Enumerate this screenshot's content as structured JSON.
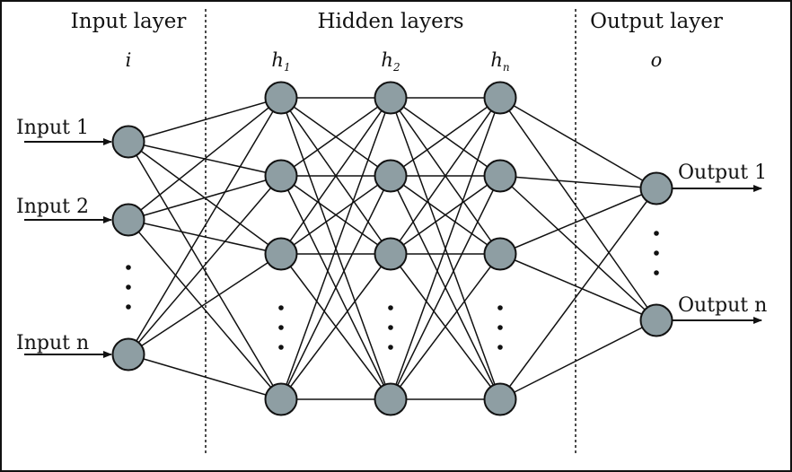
{
  "titles": {
    "input_layer": "Input layer",
    "hidden_layers": "Hidden layers",
    "output_layer": "Output layer"
  },
  "layer_symbols": {
    "input": "i",
    "hidden_1_base": "h",
    "hidden_1_sub": "1",
    "hidden_2_base": "h",
    "hidden_2_sub": "2",
    "hidden_n_base": "h",
    "hidden_n_sub": "n",
    "output": "o"
  },
  "inputs": [
    "Input 1",
    "Input 2",
    "Input n"
  ],
  "outputs": [
    "Output 1",
    "Output n"
  ],
  "colors": {
    "node_fill": "#8e9ea3",
    "stroke": "#111111",
    "background": "#ffffff"
  }
}
